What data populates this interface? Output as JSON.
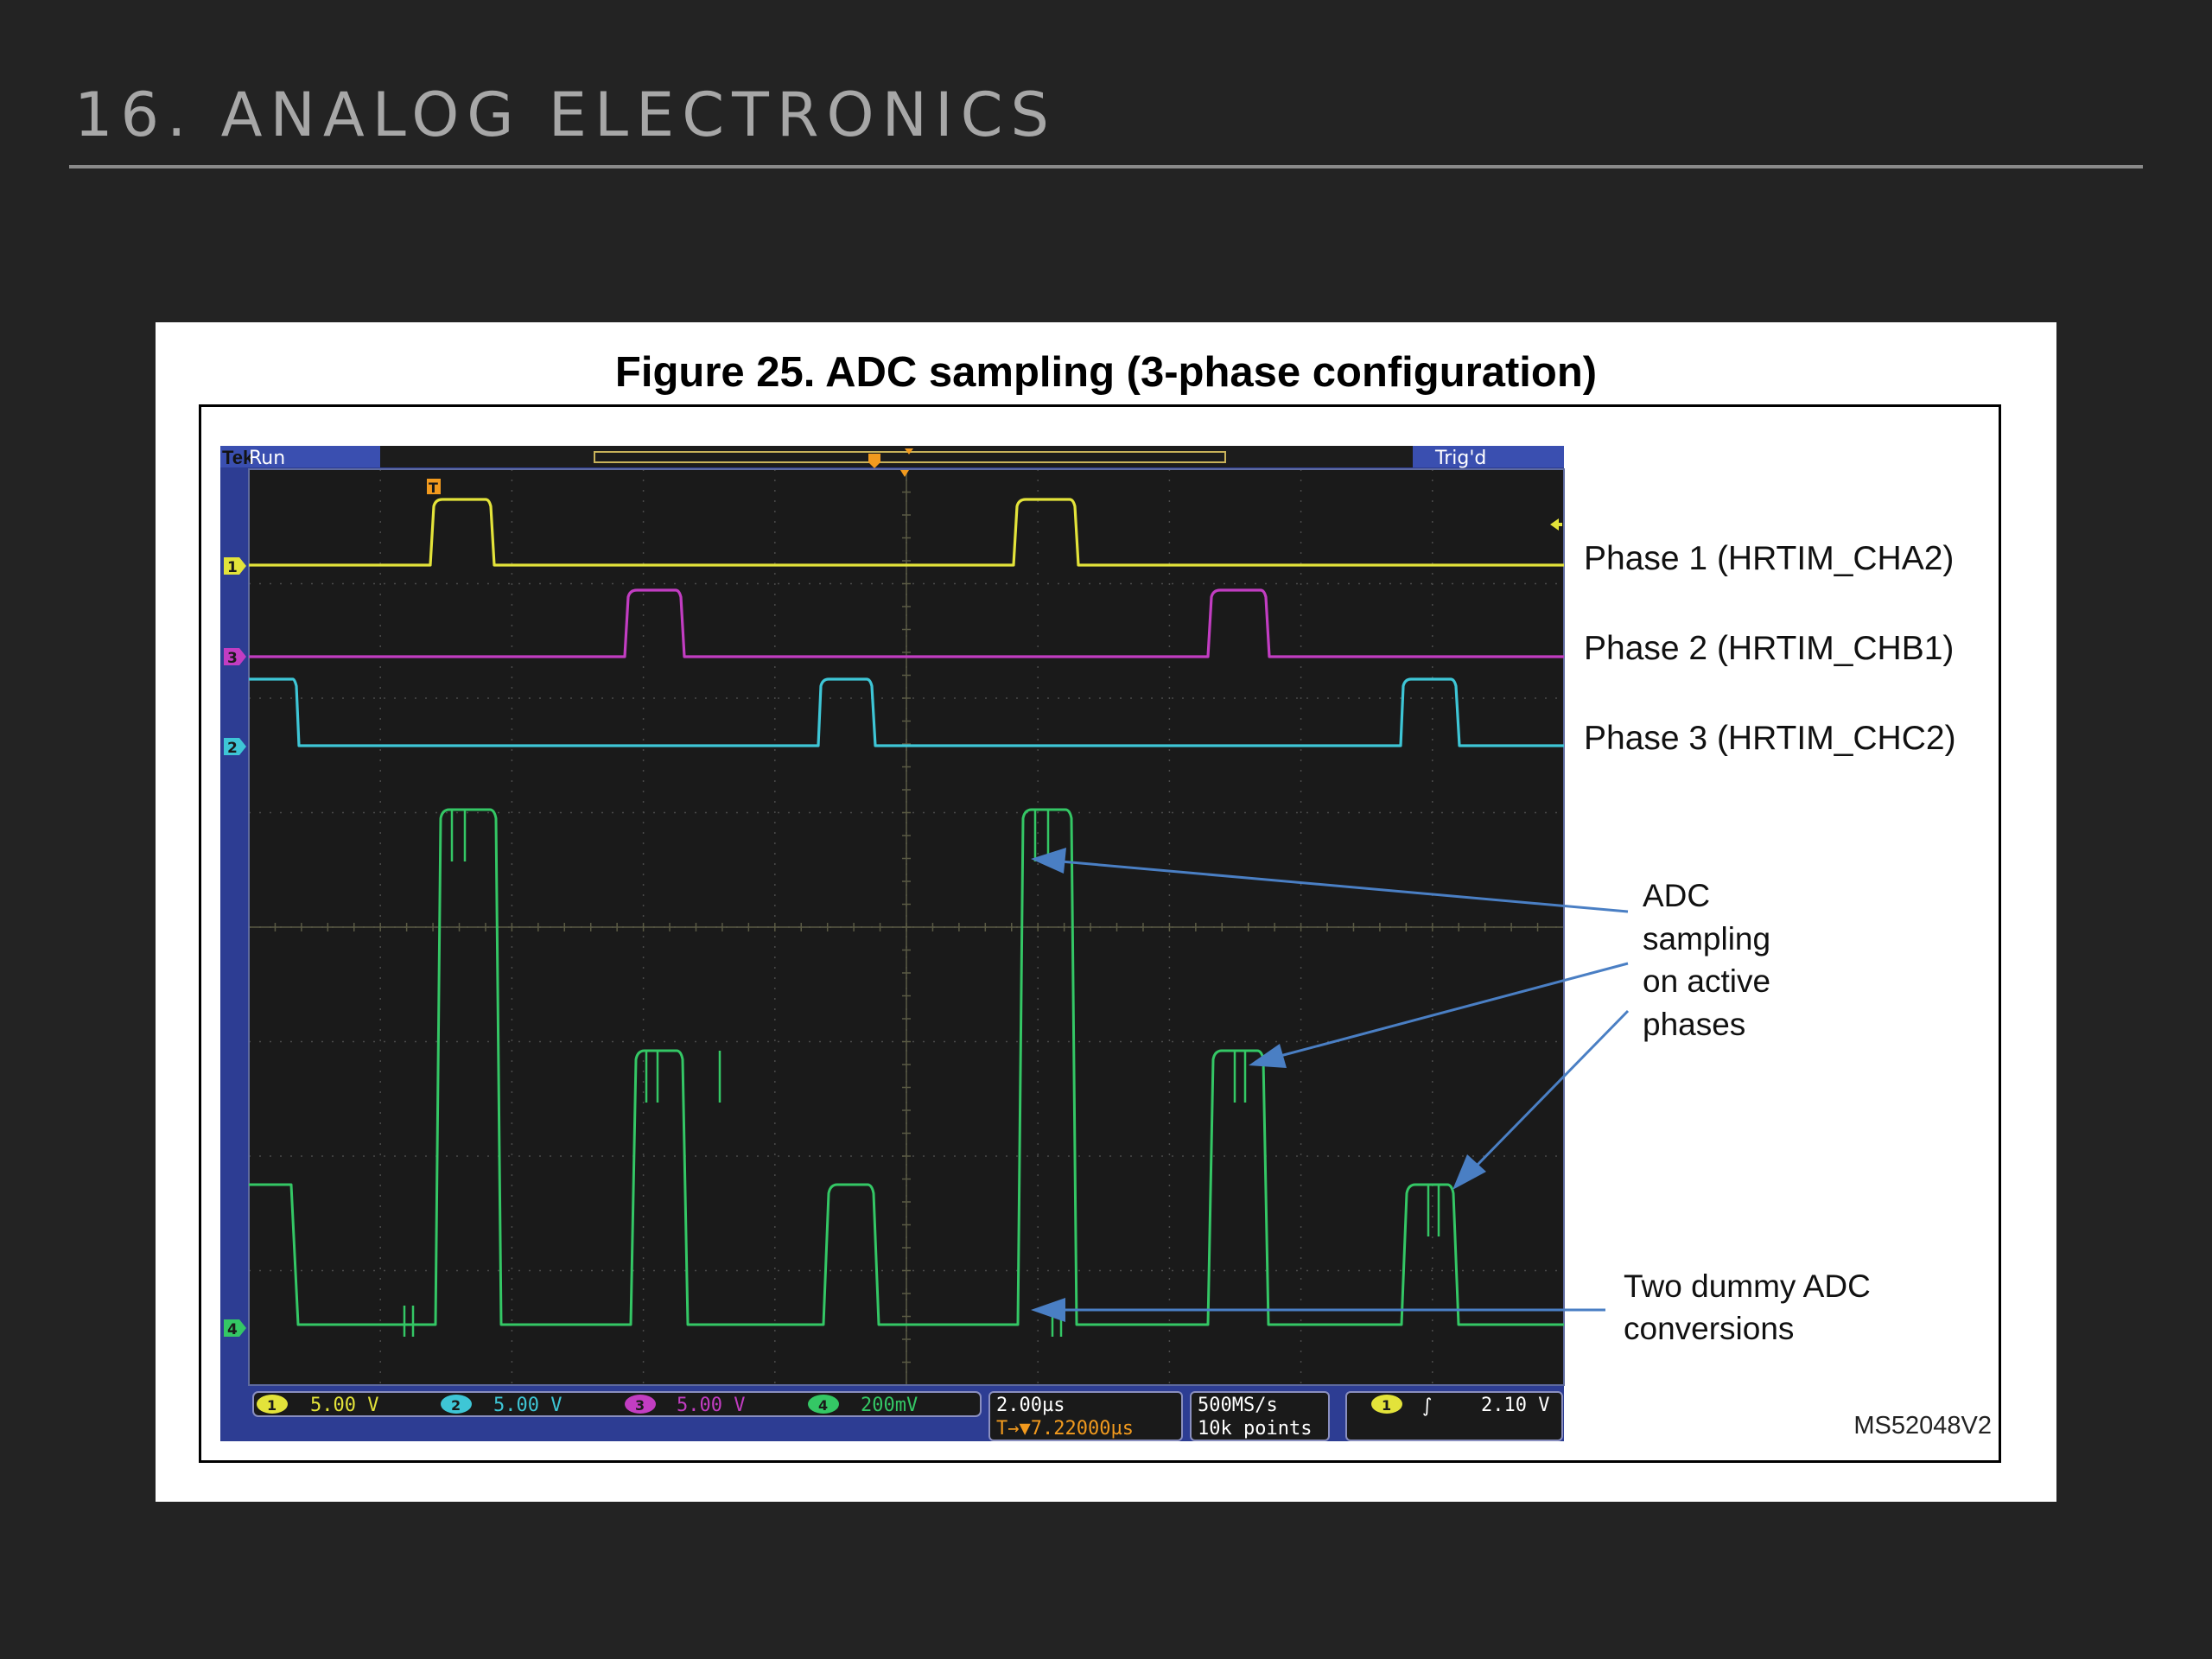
{
  "slide": {
    "title": "16. ANALOG ELECTRONICS"
  },
  "figure": {
    "caption": "Figure 25. ADC sampling (3-phase configuration)",
    "id": "MS52048V2"
  },
  "scope": {
    "brand": "Tek",
    "run_status": "Run",
    "trigger_status": "Trig'd",
    "channel_markers": [
      "1",
      "3",
      "2",
      "4"
    ],
    "channel_settings": [
      {
        "channel": "1",
        "value": "5.00 V",
        "color": "#e3e33a"
      },
      {
        "channel": "2",
        "value": "5.00 V",
        "color": "#3ec6d6"
      },
      {
        "channel": "3",
        "value": "5.00 V",
        "color": "#c23dc2"
      },
      {
        "channel": "4",
        "value": "200mV",
        "color": "#34c765"
      }
    ],
    "timebase": "2.00µs",
    "trigger_position": "T→▼7.22000µs",
    "sample_rate": "500MS/s",
    "record_length": "10k points",
    "trigger_channel": "1",
    "trigger_slope": "∫",
    "trigger_level": "2.10 V"
  },
  "annotations": {
    "phase1": "Phase 1 (HRTIM_CHA2)",
    "phase2": "Phase 2 (HRTIM_CHB1)",
    "phase3": "Phase 3 (HRTIM_CHC2)",
    "adc_lines": [
      "ADC",
      "sampling",
      "on active",
      "phases"
    ],
    "dummy_lines": [
      "Two dummy ADC",
      "conversions"
    ]
  },
  "colors": {
    "ch1": "#e3e33a",
    "ch2": "#3ec6d6",
    "ch3": "#c23dc2",
    "ch4": "#34c765",
    "bezel": "#2d3d93",
    "arrow": "#4a7fc4"
  }
}
